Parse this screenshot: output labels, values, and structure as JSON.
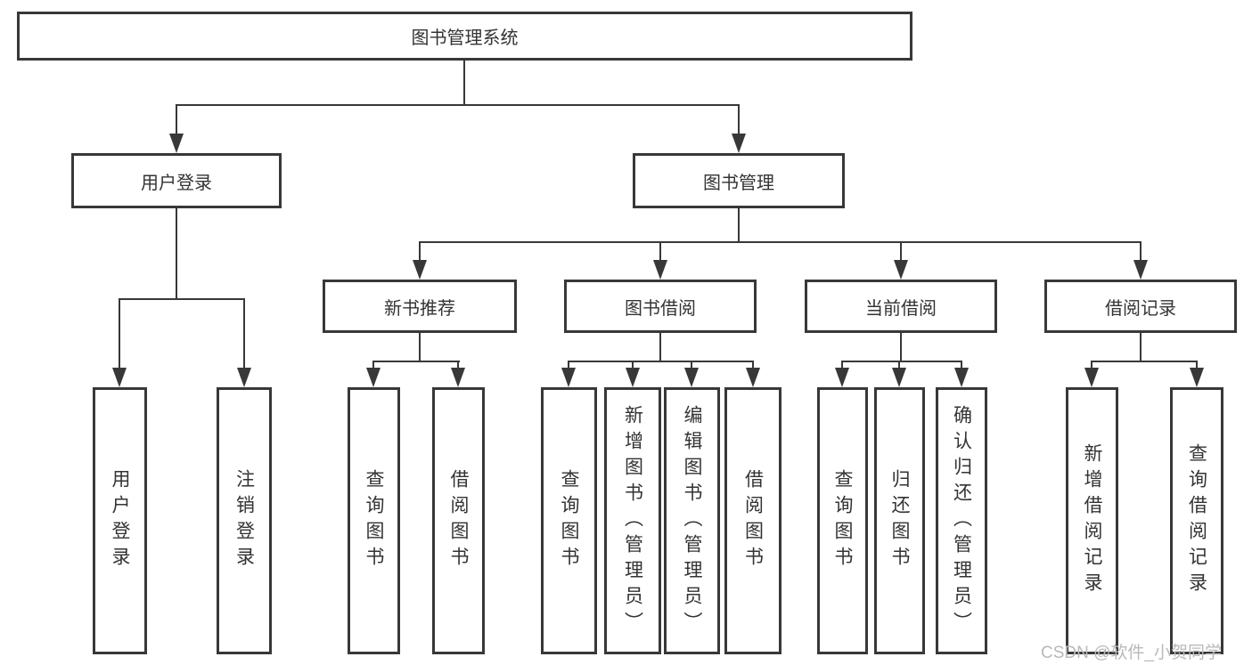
{
  "diagram": {
    "title": "图书管理系统",
    "root": {
      "label": "图书管理系统"
    },
    "branches": [
      {
        "label": "用户登录",
        "children": [
          {
            "label": "用户登录"
          },
          {
            "label": "注销登录"
          }
        ]
      },
      {
        "label": "图书管理",
        "children": [
          {
            "label": "新书推荐",
            "children": [
              {
                "label": "查询图书"
              },
              {
                "label": "借阅图书"
              }
            ]
          },
          {
            "label": "图书借阅",
            "children": [
              {
                "label": "查询图书"
              },
              {
                "label": "新增图书（管理员）"
              },
              {
                "label": "编辑图书（管理员）"
              },
              {
                "label": "借阅图书"
              }
            ]
          },
          {
            "label": "当前借阅",
            "children": [
              {
                "label": "查询图书"
              },
              {
                "label": "归还图书"
              },
              {
                "label": "确认归还（管理员）"
              }
            ]
          },
          {
            "label": "借阅记录",
            "children": [
              {
                "label": "新增借阅记录"
              },
              {
                "label": "查询借阅记录"
              }
            ]
          }
        ]
      }
    ]
  },
  "watermark": {
    "text": "CSDN @软件_小贺同学"
  },
  "colors": {
    "line": "#383838",
    "text": "#333333",
    "background": "#ffffff",
    "watermark": "#b9b9b9"
  }
}
